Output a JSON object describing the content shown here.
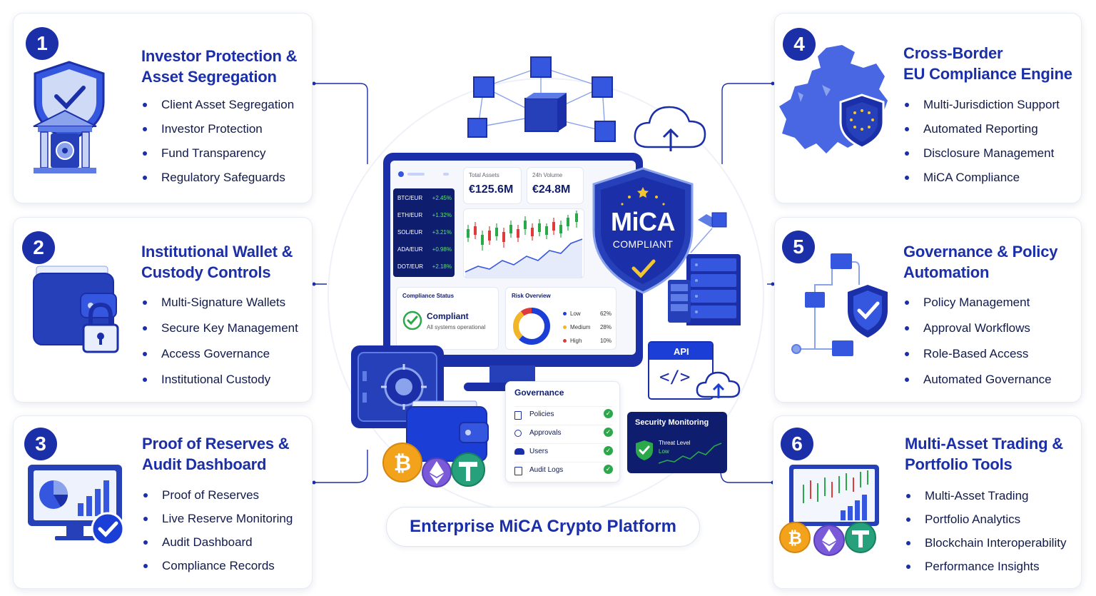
{
  "platform_label": "Enterprise MiCA Crypto Platform",
  "cards": [
    {
      "number": "1",
      "title": "Investor Protection &\nAsset Segregation",
      "bullets": [
        "Client Asset Segregation",
        "Investor Protection",
        "Fund Transparency",
        "Regulatory Safeguards"
      ]
    },
    {
      "number": "2",
      "title": "Institutional Wallet &\nCustody Controls",
      "bullets": [
        "Multi-Signature Wallets",
        "Secure Key Management",
        "Access Governance",
        "Institutional Custody"
      ]
    },
    {
      "number": "3",
      "title": "Proof of Reserves &\nAudit Dashboard",
      "bullets": [
        "Proof of Reserves",
        "Live Reserve Monitoring",
        "Audit Dashboard",
        "Compliance Records"
      ]
    },
    {
      "number": "4",
      "title": "Cross-Border\nEU Compliance Engine",
      "bullets": [
        "Multi-Jurisdiction Support",
        "Automated Reporting",
        "Disclosure Management",
        "MiCA Compliance"
      ]
    },
    {
      "number": "5",
      "title": "Governance & Policy\nAutomation",
      "bullets": [
        "Policy Management",
        "Approval Workflows",
        "Role-Based Access",
        "Automated Governance"
      ]
    },
    {
      "number": "6",
      "title": "Multi-Asset Trading &\nPortfolio Tools",
      "bullets": [
        "Multi-Asset Trading",
        "Portfolio Analytics",
        "Blockchain Interoperability",
        "Performance Insights"
      ]
    }
  ],
  "dashboard": {
    "tickers": [
      {
        "pair": "BTC/EUR",
        "change": "+2.45%"
      },
      {
        "pair": "ETH/EUR",
        "change": "+1.32%"
      },
      {
        "pair": "SOL/EUR",
        "change": "+3.21%"
      },
      {
        "pair": "ADA/EUR",
        "change": "+0.98%"
      },
      {
        "pair": "DOT/EUR",
        "change": "+2.18%"
      }
    ],
    "total_assets_label": "Total Assets",
    "total_assets_value": "€125.6M",
    "volume_label": "24h Volume",
    "volume_value": "€24.8M",
    "compliance_status_title": "Compliance Status",
    "compliance_status_value": "Compliant",
    "compliance_status_sub": "All systems operational",
    "risk_title": "Risk Overview",
    "risk": [
      {
        "label": "Low",
        "value": "62%",
        "pct": 62,
        "color": "#1b3fd6"
      },
      {
        "label": "Medium",
        "value": "28%",
        "pct": 28,
        "color": "#f1b529"
      },
      {
        "label": "High",
        "value": "10%",
        "pct": 10,
        "color": "#e03b3b"
      }
    ]
  },
  "shield": {
    "title": "MiCA",
    "subtitle": "COMPLIANT"
  },
  "api_label": "API",
  "governance": {
    "title": "Governance",
    "items": [
      "Policies",
      "Approvals",
      "Users",
      "Audit Logs"
    ]
  },
  "security": {
    "title": "Security Monitoring",
    "threat_label": "Threat Level",
    "threat_value": "Low"
  },
  "colors": {
    "primary": "#1b2fa8",
    "accent": "#3557e0",
    "green": "#2aa84a"
  }
}
